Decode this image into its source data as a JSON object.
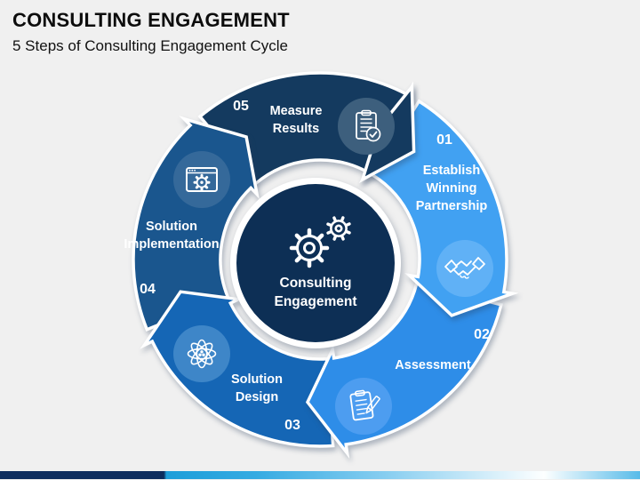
{
  "slide": {
    "title": "CONSULTING ENGAGEMENT",
    "subtitle": "5 Steps of Consulting Engagement Cycle",
    "background_color": "#F0F0F0"
  },
  "center": {
    "label": "Consulting\nEngagement",
    "icon": "gears-icon",
    "color": "#0D2F55",
    "ring_color": "#FFFFFF"
  },
  "steps": [
    {
      "number": "01",
      "label": "Establish\nWinning\nPartnership",
      "icon": "handshake-icon",
      "color": "#41A1F2",
      "badge_color": "#60B1F6"
    },
    {
      "number": "02",
      "label": "Assessment",
      "icon": "clipboard-pencil-icon",
      "color": "#2E8DE8",
      "badge_color": "#4D9DF0"
    },
    {
      "number": "03",
      "label": "Solution\nDesign",
      "icon": "atom-icon",
      "color": "#1566B5",
      "badge_color": "#3E86C8"
    },
    {
      "number": "04",
      "label": "Solution\nImplementation",
      "icon": "window-gear-icon",
      "color": "#1A568E",
      "badge_color": "#35699A"
    },
    {
      "number": "05",
      "label": "Measure\nResults",
      "icon": "clipboard-check-icon",
      "color": "#143A5F",
      "badge_color": "#3D5F7D"
    }
  ],
  "footer": {
    "bar_colors": {
      "navy": "#0D2D5E",
      "blue": "#29A7E0",
      "light_blue": "#86CDF0",
      "white": "#FDFFFF"
    }
  }
}
